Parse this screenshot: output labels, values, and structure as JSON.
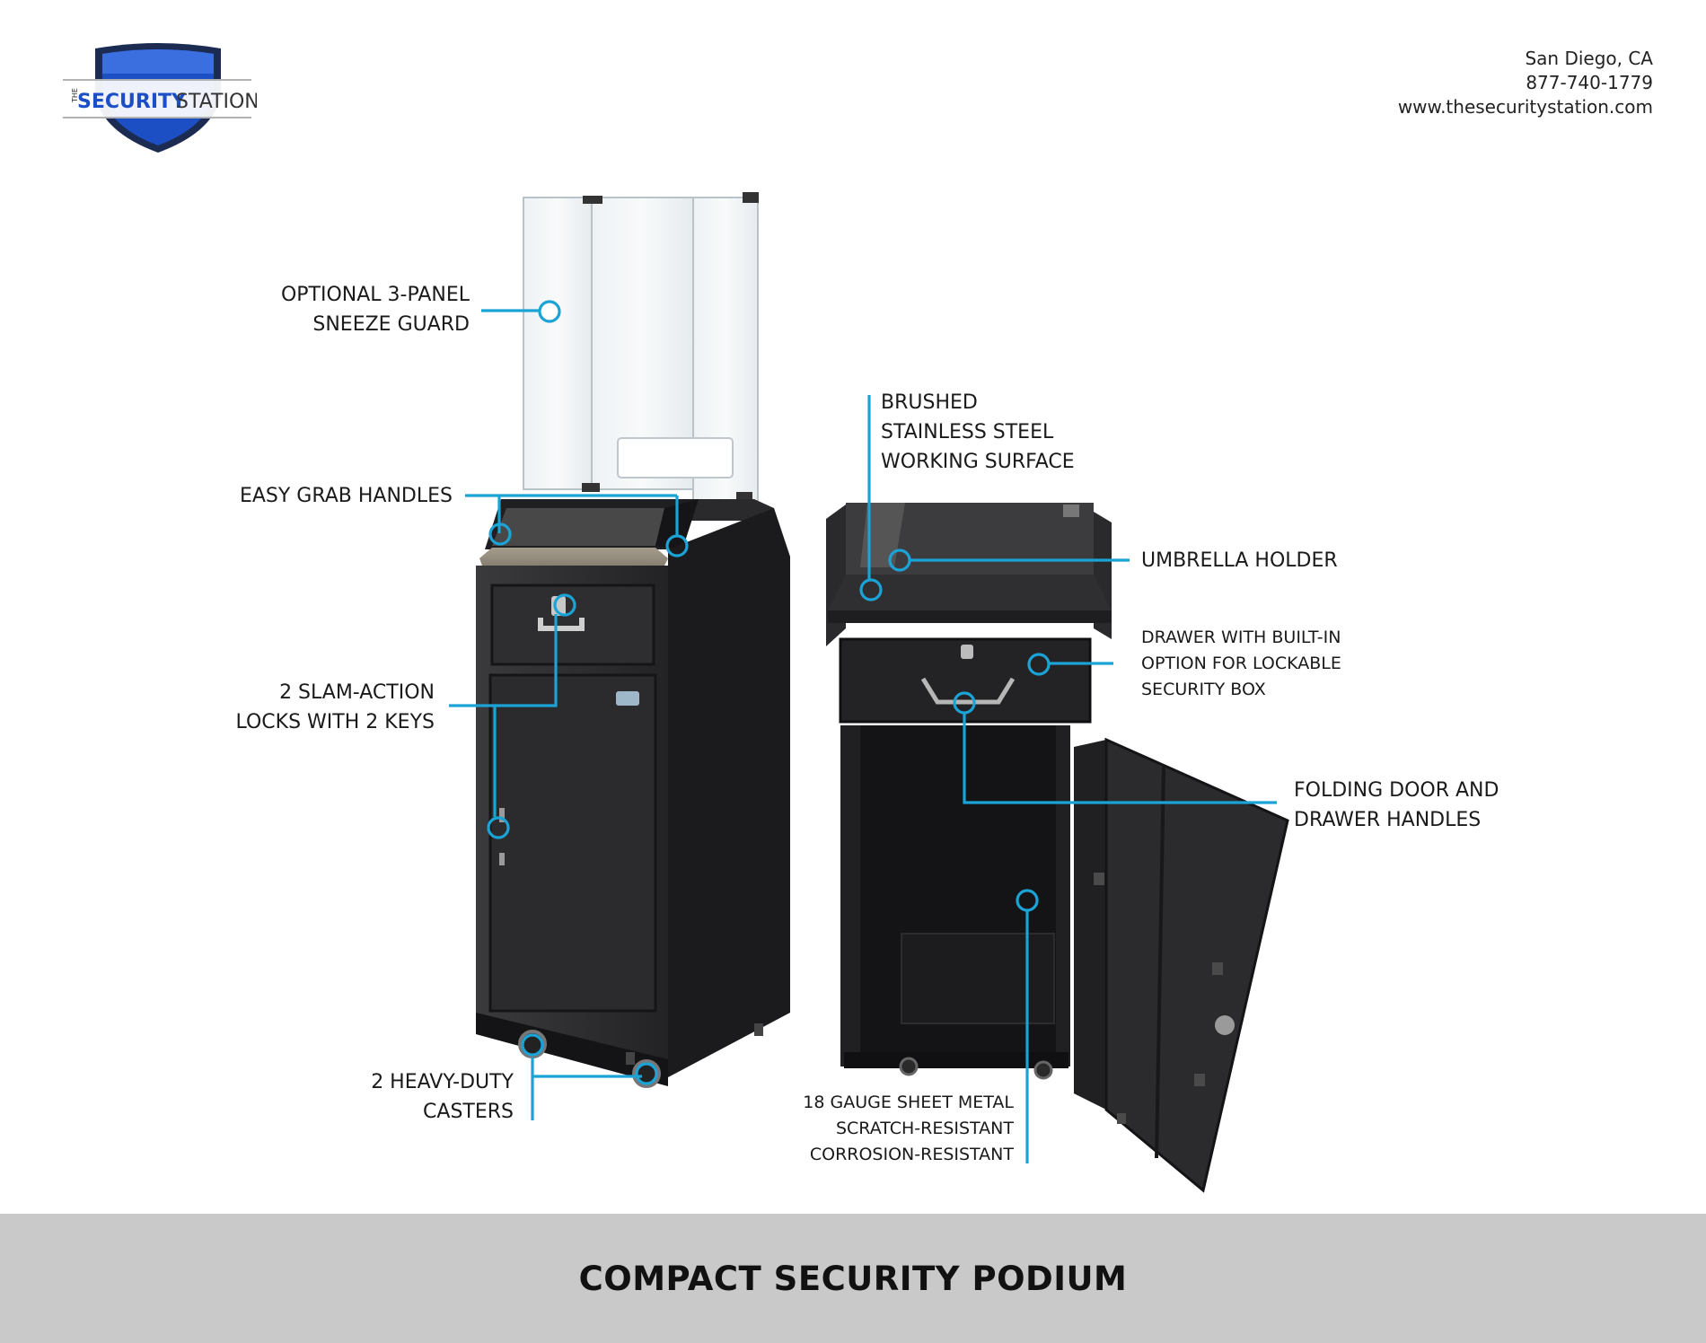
{
  "brand": {
    "logo_small": "THE",
    "logo_bold": "SECURITY",
    "logo_light": "STATION"
  },
  "contact": {
    "city": "San Diego, CA",
    "phone": "877-740-1779",
    "website": "www.thesecuritystation.com"
  },
  "callouts": {
    "sneeze_guard": [
      "OPTIONAL 3-PANEL",
      "SNEEZE GUARD"
    ],
    "grab_handles": [
      "EASY GRAB HANDLES"
    ],
    "locks": [
      "2 SLAM-ACTION",
      "LOCKS WITH 2 KEYS"
    ],
    "casters": [
      "2 HEAVY-DUTY",
      "CASTERS"
    ],
    "surface": [
      "BRUSHED",
      "STAINLESS STEEL",
      "WORKING SURFACE"
    ],
    "umbrella": [
      "UMBRELLA HOLDER"
    ],
    "drawer": [
      "DRAWER WITH BUILT-IN",
      "OPTION FOR LOCKABLE",
      "SECURITY BOX"
    ],
    "folding": [
      "FOLDING DOOR AND",
      "DRAWER HANDLES"
    ],
    "sheet_metal": [
      "18 GAUGE SHEET METAL",
      "SCRATCH-RESISTANT",
      "CORROSION-RESISTANT"
    ]
  },
  "footer": {
    "title": "COMPACT SECURITY PODIUM"
  },
  "colors": {
    "callout_line": "#1ba3d6",
    "shield_blue": "#1d4fc4",
    "shield_navy": "#1b2b52",
    "cabinet": "#2b2b2d",
    "footer_bg": "#c9c9c9"
  }
}
